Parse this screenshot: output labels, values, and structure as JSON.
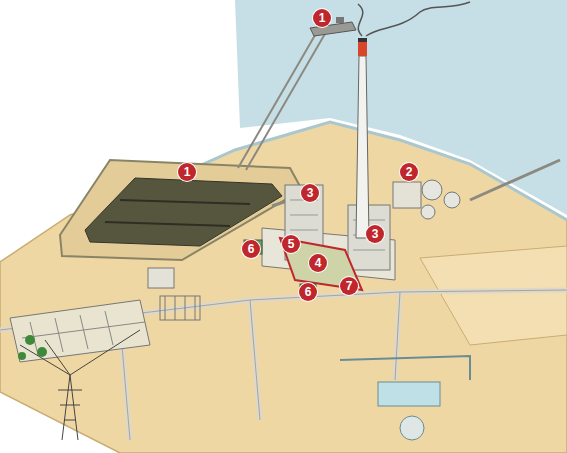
{
  "diagram": {
    "labels": [
      "1",
      "1",
      "2",
      "3",
      "3",
      "5",
      "6",
      "4",
      "7",
      "6"
    ]
  }
}
